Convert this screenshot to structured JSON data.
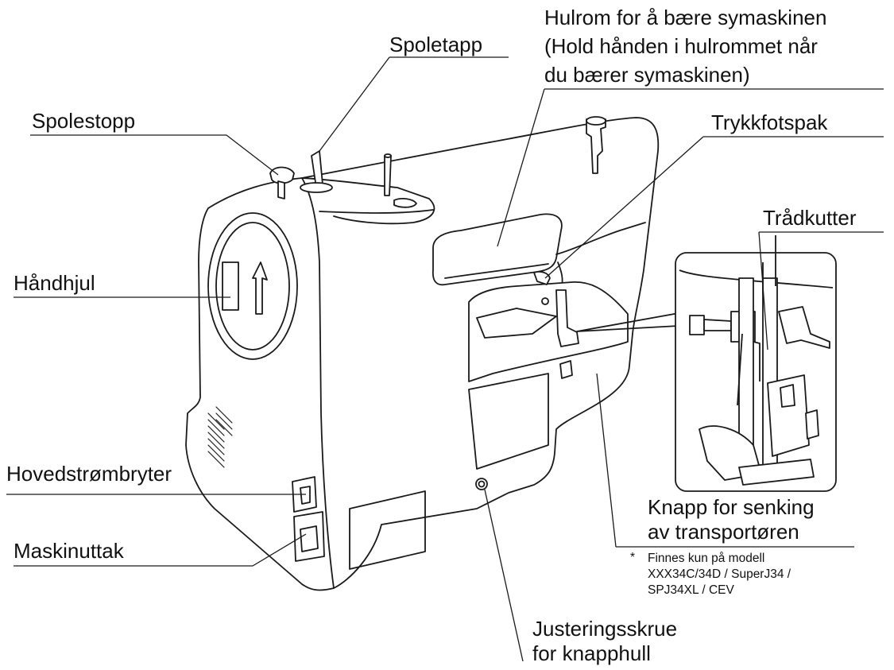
{
  "labels": {
    "spoletapp": "Spoletapp",
    "spolestopp": "Spolestopp",
    "hulrom": [
      "Hulrom for å bære symaskinen",
      "(Hold hånden i hulrommet når",
      "du bærer symaskinen)"
    ],
    "trykkfotspak": "Trykkfotspak",
    "traadkutter": "Trådkutter",
    "haandhjul": "Håndhjul",
    "hovedstroembryter": "Hovedstrømbryter",
    "maskinuttak": "Maskinuttak",
    "knapp_senking": [
      "Knapp for senking",
      "av transportøren"
    ],
    "justering": [
      "Justeringsskrue",
      "for knapphull"
    ]
  },
  "footnote": {
    "marker": "*",
    "lines": [
      "Finnes kun på modell",
      "XXX34C/34D / SuperJ34 /",
      "SPJ34XL / CEV"
    ]
  }
}
